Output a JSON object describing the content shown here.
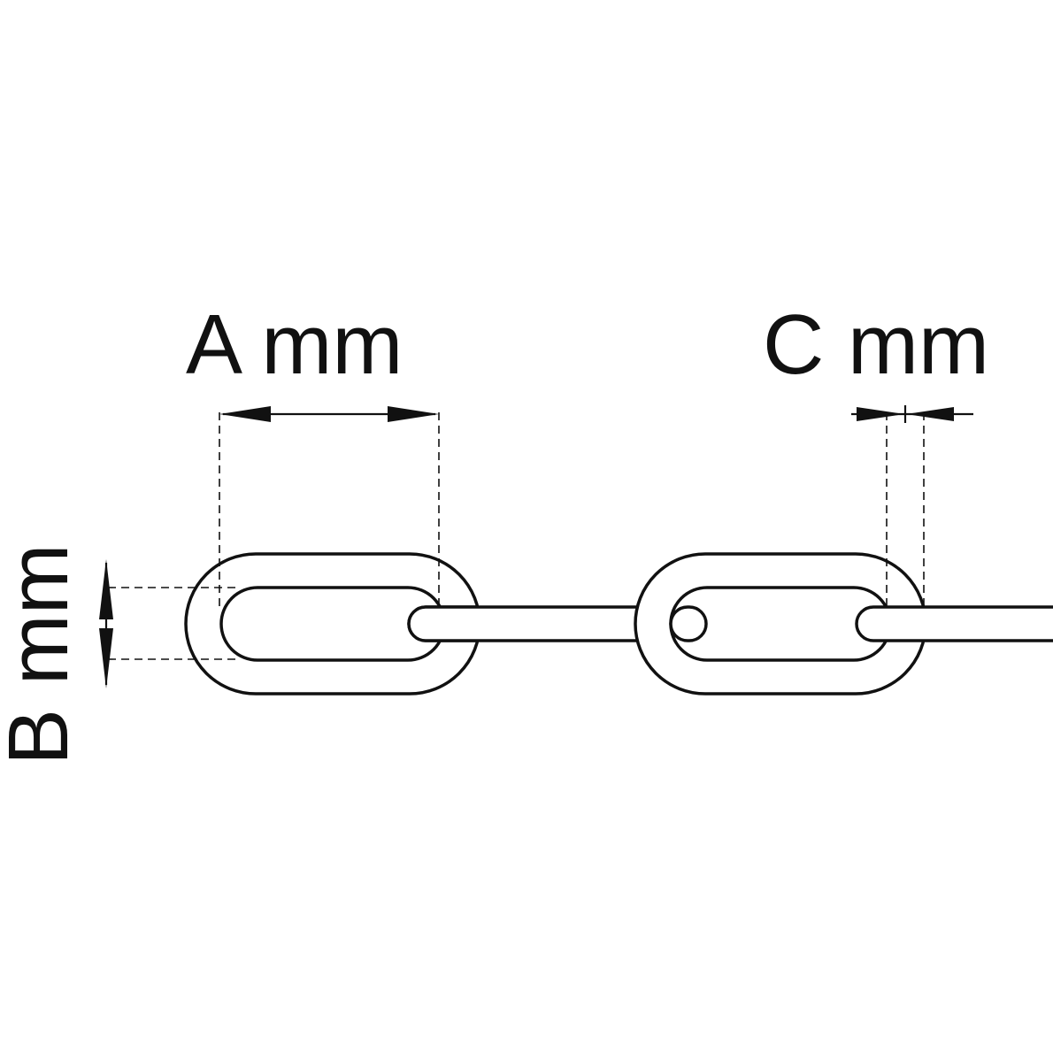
{
  "labels": {
    "a": "A mm",
    "b": "B mm",
    "c": "C mm"
  },
  "colors": {
    "line": "#111111",
    "background": "#ffffff"
  }
}
